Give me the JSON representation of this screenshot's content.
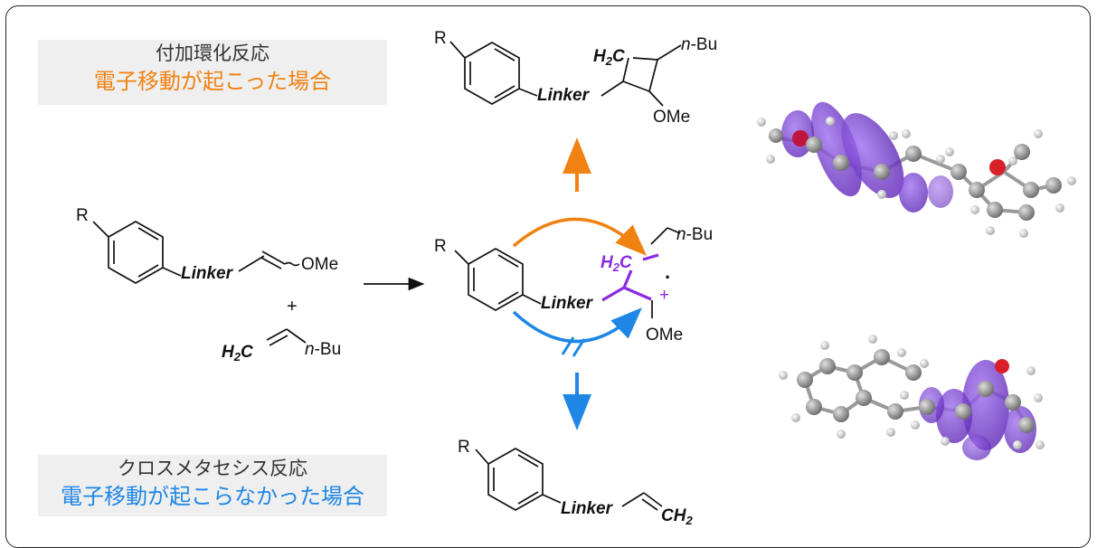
{
  "top_label": {
    "title": "付加環化反応",
    "subtitle": "電子移動が起こった場合"
  },
  "bottom_label": {
    "title": "クロスメタセシス反応",
    "subtitle": "電子移動が起こらなかった場合"
  },
  "reactant_1": {
    "r": "R",
    "linker": "Linker",
    "ome": "OMe"
  },
  "plus": "+",
  "reactant_2": {
    "h2c": "H₂C",
    "nbu": "n-Bu"
  },
  "intermediate": {
    "r": "R",
    "linker": "Linker",
    "h2c": "H₂C",
    "nbu": "n-Bu",
    "ome": "OMe",
    "cation": "+",
    "radical": "·"
  },
  "product_top": {
    "r": "R",
    "linker": "Linker",
    "h2c": "H₂C",
    "nbu": "n-Bu",
    "ome": "OMe"
  },
  "product_bottom": {
    "r": "R",
    "linker": "Linker",
    "ch2": "CH₂"
  },
  "colors": {
    "orange": "#f08212",
    "blue": "#1e87e6",
    "purple": "#8a2be2",
    "orbital": "#7b3fd0"
  }
}
